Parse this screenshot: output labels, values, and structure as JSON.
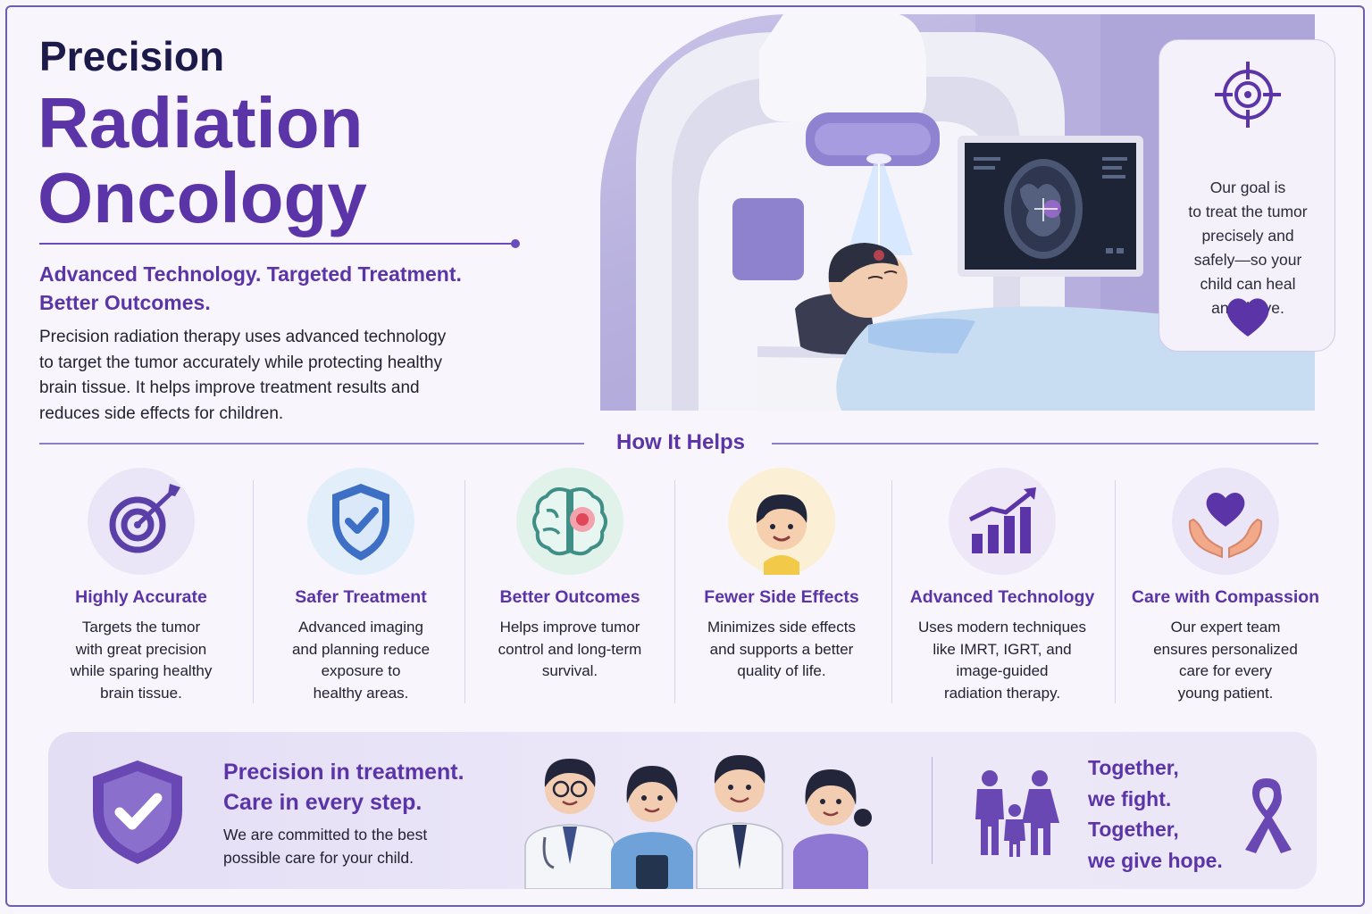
{
  "header": {
    "title_line1": "Precision",
    "title_line2": "Radiation",
    "title_line3": "Oncology",
    "tagline_line1": "Advanced Technology. Targeted Treatment.",
    "tagline_line2": "Better Outcomes.",
    "intro_line1": "Precision radiation therapy uses advanced technology",
    "intro_line2": "to target the tumor accurately while protecting healthy",
    "intro_line3": "brain tissue. It helps improve treatment results and",
    "intro_line4": "reduces side effects for children."
  },
  "goal_card": {
    "icon": "target-icon",
    "lines": [
      "Our goal is",
      "to treat the tumor",
      "precisely and",
      "safely—so your",
      "child can heal",
      "and thrive."
    ],
    "bottom_icon": "heart-icon"
  },
  "how_it_helps": {
    "title": "How It Helps",
    "items": [
      {
        "icon": "target-arrow-icon",
        "title": "Highly Accurate",
        "lines": [
          "Targets the tumor",
          "with great precision",
          "while sparing healthy",
          "brain tissue."
        ]
      },
      {
        "icon": "shield-check-icon",
        "title": "Safer Treatment",
        "lines": [
          "Advanced imaging",
          "and planning reduce",
          "exposure to",
          "healthy areas."
        ]
      },
      {
        "icon": "brain-icon",
        "title": "Better Outcomes",
        "lines": [
          "Helps improve tumor",
          "control and long-term",
          "survival."
        ]
      },
      {
        "icon": "child-face-icon",
        "title": "Fewer Side Effects",
        "lines": [
          "Minimizes side effects",
          "and supports a better",
          "quality of life."
        ]
      },
      {
        "icon": "growth-chart-icon",
        "title": "Advanced Technology",
        "lines": [
          "Uses modern techniques",
          "like IMRT, IGRT, and",
          "image-guided",
          "radiation therapy."
        ]
      },
      {
        "icon": "heart-hands-icon",
        "title": "Care with Compassion",
        "lines": [
          "Our expert team",
          "ensures personalized",
          "care for every",
          "young patient."
        ]
      }
    ]
  },
  "banner": {
    "headline_line1": "Precision in treatment.",
    "headline_line2": "Care in every step.",
    "sub_line1": "We are committed to the best",
    "sub_line2": "possible care for your child.",
    "right_line1": "Together,",
    "right_line2": "we fight.",
    "right_line3": "Together,",
    "right_line4": "we give hope."
  },
  "colors": {
    "brand_purple": "#5b34a8",
    "navy": "#1c1a4a",
    "background": "#f8f6fc"
  }
}
